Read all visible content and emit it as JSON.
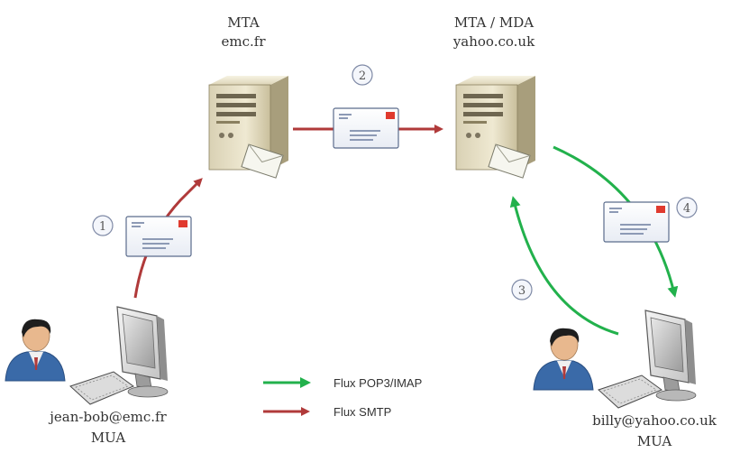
{
  "nodes": {
    "mta_server": {
      "title": "MTA",
      "subtitle": "emc.fr"
    },
    "mda_server": {
      "title": "MTA / MDA",
      "subtitle": "yahoo.co.uk"
    },
    "sender": {
      "address": "jean-bob@emc.fr",
      "role": "MUA"
    },
    "recipient": {
      "address": "billy@yahoo.co.uk",
      "role": "MUA"
    }
  },
  "steps": [
    "1",
    "2",
    "3",
    "4"
  ],
  "legend": [
    {
      "label": "Flux POP3/IMAP",
      "color": "#22b14c"
    },
    {
      "label": "Flux SMTP",
      "color": "#b03a3a"
    }
  ],
  "colors": {
    "smtp": "#b03a3a",
    "pop3": "#22b14c",
    "envelope_border": "#5b6c8c",
    "stamp": "#e03a2e"
  }
}
